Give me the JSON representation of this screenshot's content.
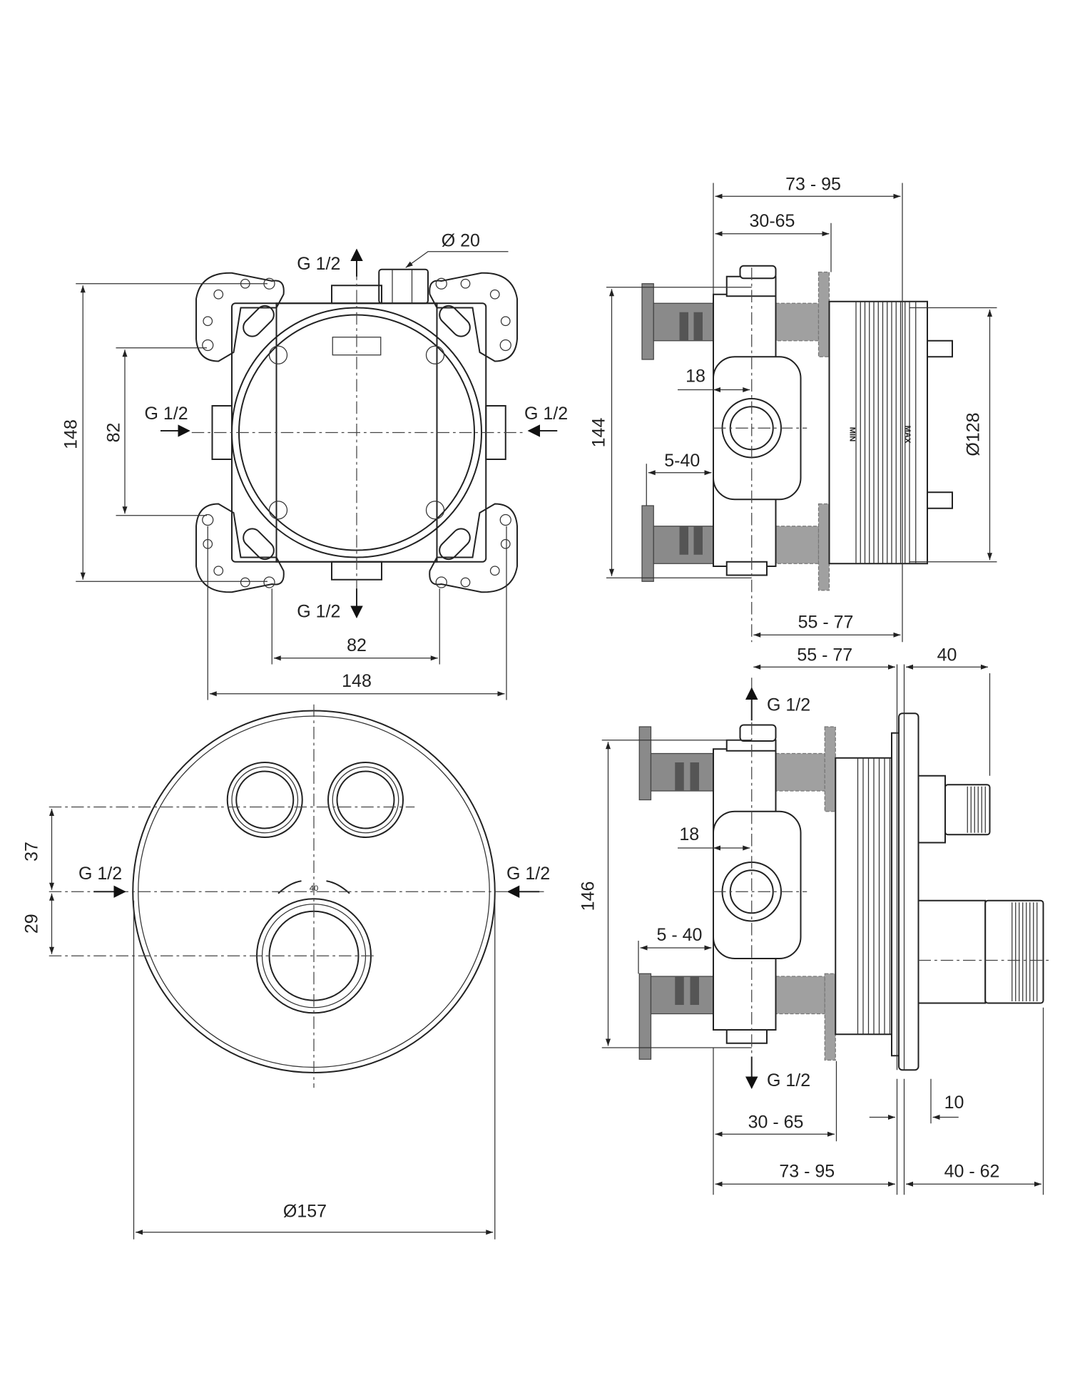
{
  "top_left_view": {
    "outlet_top": "G 1/2",
    "diameter_top": "Ø 20",
    "inlet_left": "G 1/2",
    "inlet_right": "G 1/2",
    "outlet_bottom": "G 1/2",
    "dim_height_outer": "148",
    "dim_height_inner": "82",
    "dim_width_inner": "82",
    "dim_width_outer": "148"
  },
  "top_right_view": {
    "dim_depth_total": "73 - 95",
    "dim_depth_flange": "30-65",
    "dim_height": "144",
    "dim_offset": "18",
    "dim_wall": "5-40",
    "dim_diameter": "Ø128",
    "dim_center_depth": "55 - 77",
    "mark_min": "MIN",
    "mark_max": "MAX"
  },
  "bottom_left_view": {
    "dim_upper": "37",
    "dim_lower": "29",
    "inlet_left": "G 1/2",
    "inlet_right": "G 1/2",
    "dial_label": "40",
    "dim_diameter": "Ø157"
  },
  "bottom_right_view": {
    "dim_center_depth": "55 - 77",
    "dim_knob": "40",
    "outlet_top": "G 1/2",
    "dim_height": "146",
    "dim_offset": "18",
    "dim_wall": "5 - 40",
    "outlet_bottom": "G 1/2",
    "dim_flange": "30 - 65",
    "dim_plate": "10",
    "dim_depth_total": "73 - 95",
    "dim_projection": "40 - 62"
  }
}
